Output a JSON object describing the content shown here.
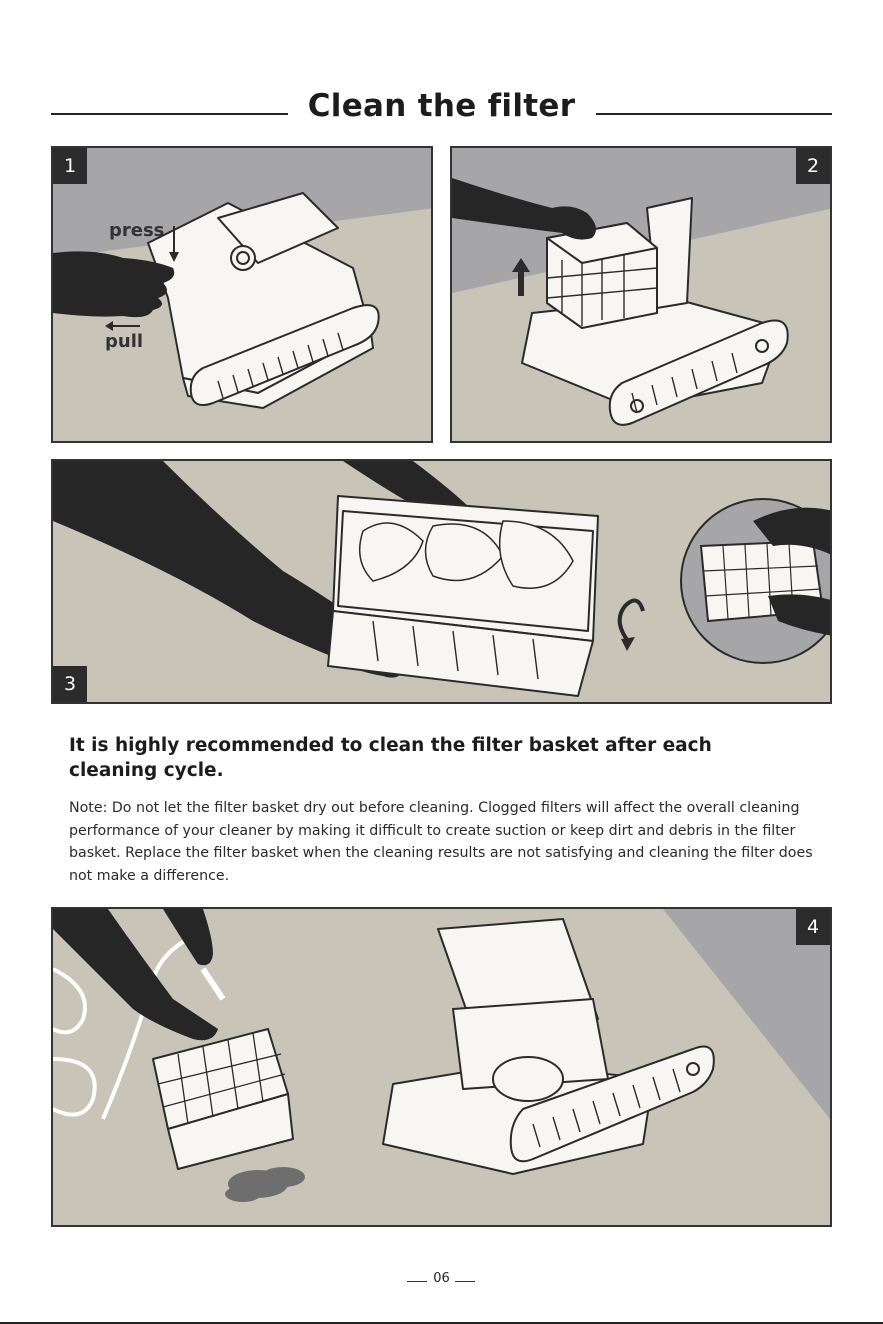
{
  "page": {
    "title": "Clean the filter",
    "heading": "It is highly recommended to clean the filter basket after each cleaning cycle.",
    "note": "Note: Do not let the filter basket dry out before cleaning. Clogged filters will affect the overall cleaning performance of your cleaner by making it difficult to create suction or keep dirt and debris in the filter basket. Replace the filter basket when the cleaning results are not satisfying and cleaning the filter does not make a difference.",
    "page_number": "06"
  },
  "steps": [
    {
      "number": "1",
      "callouts": {
        "press": "press",
        "pull": "pull"
      }
    },
    {
      "number": "2"
    },
    {
      "number": "3"
    },
    {
      "number": "4"
    }
  ],
  "colors": {
    "floor": "#c9c4b8",
    "wall": "#a6a6a8",
    "ink": "#2b2b2b",
    "hand": "#262626",
    "device": "#f7f6f3"
  },
  "icons": [
    "arrow-up-icon",
    "arrow-left-icon",
    "arrow-down-icon",
    "rotate-icon"
  ]
}
